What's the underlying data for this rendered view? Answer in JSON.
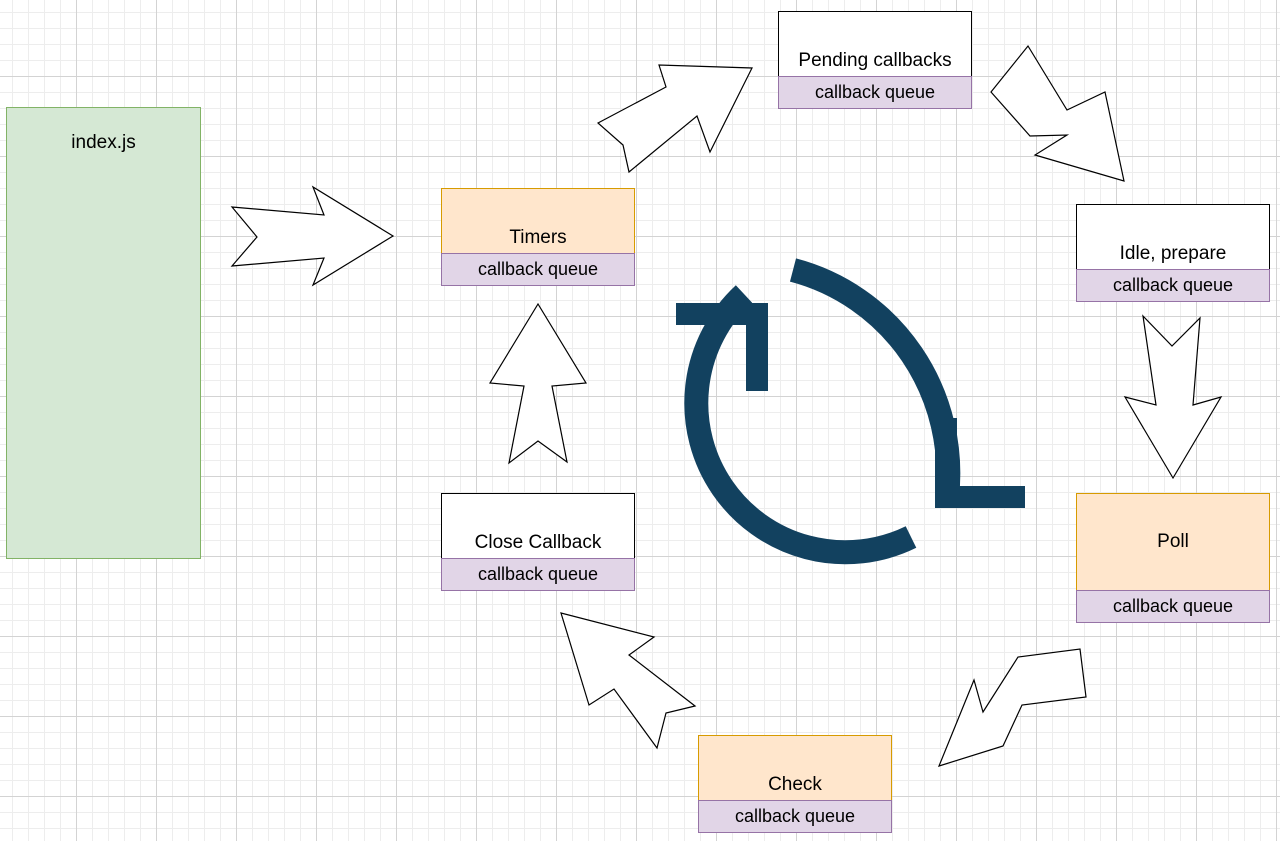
{
  "diagram": {
    "entry": {
      "label": "index.js"
    },
    "stages": [
      {
        "id": "timers",
        "label": "Timers",
        "queue": "callback queue",
        "color": "#ffe6cc"
      },
      {
        "id": "pending",
        "label": "Pending callbacks",
        "queue": "callback queue",
        "color": "#ffffff"
      },
      {
        "id": "idle",
        "label": "Idle, prepare",
        "queue": "callback queue",
        "color": "#ffffff"
      },
      {
        "id": "poll",
        "label": "Poll",
        "queue": "callback queue",
        "color": "#ffe6cc"
      },
      {
        "id": "check",
        "label": "Check",
        "queue": "callback queue",
        "color": "#ffe6cc"
      },
      {
        "id": "close",
        "label": "Close Callback",
        "queue": "callback queue",
        "color": "#ffffff"
      }
    ],
    "colors": {
      "entry_fill": "#d5e8d4",
      "entry_border": "#82b366",
      "active_fill": "#ffe6cc",
      "active_border": "#d79b00",
      "queue_fill": "#e1d5e7",
      "queue_border": "#9673a6",
      "cycle_icon": "#12415f"
    },
    "icons": [
      "refresh-cycle-icon"
    ]
  }
}
